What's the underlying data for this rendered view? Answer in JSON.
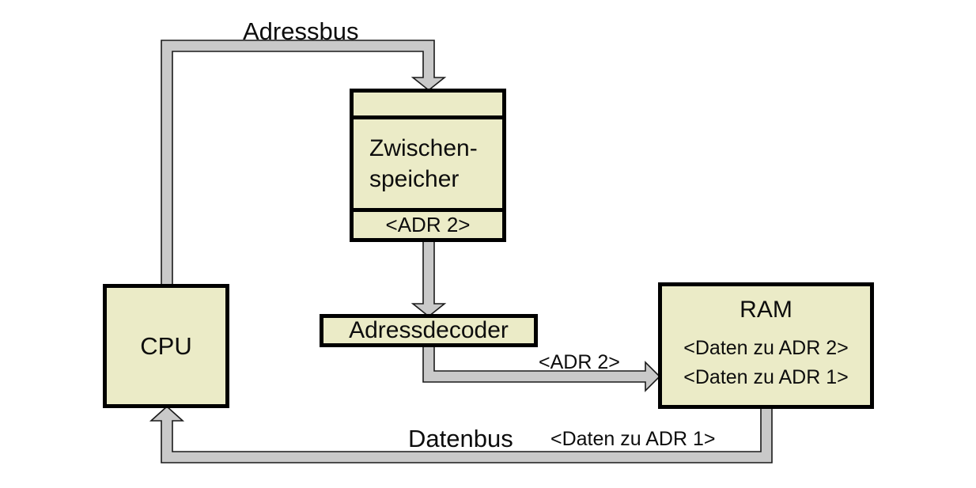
{
  "colors": {
    "background": "#ffffff",
    "box-fill": "#ebebc7",
    "box-border": "#000000",
    "bus-fill": "#c9c9c9",
    "bus-outline": "#1a1a1a",
    "text": "#0d0d0d"
  },
  "nodes": {
    "cpu": {
      "label": "CPU"
    },
    "buffer": {
      "line1": "Zwischen-",
      "line2": "speicher",
      "register": "<ADR 2>"
    },
    "decoder": {
      "label": "Adressdecoder"
    },
    "ram": {
      "label": "RAM",
      "rows": [
        "<Daten zu ADR 2>",
        "<Daten zu ADR 1>"
      ]
    }
  },
  "buses": {
    "address_bus_label": "Adressbus",
    "data_bus_label": "Datenbus",
    "adr2_label": "<ADR 2>",
    "daten_adr1_label": "<Daten zu ADR 1>"
  }
}
